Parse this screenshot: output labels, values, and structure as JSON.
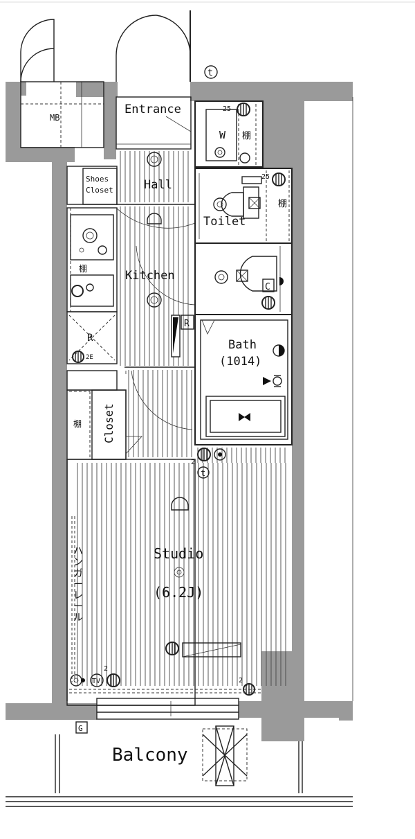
{
  "rooms": {
    "mb": "MB",
    "entrance": "Entrance",
    "hall": "Hall",
    "shoes_closet_line1": "Shoes",
    "shoes_closet_line2": "Closet",
    "toilet": "Toilet",
    "kitchen": "Kitchen",
    "bath": "Bath",
    "bath_size": "(1014)",
    "closet": "Closet",
    "studio": "Studio",
    "studio_size": "(6.2J)",
    "balcony": "Balcony"
  },
  "annotations": {
    "t_top": "t",
    "t_studio": "t",
    "washer": "W",
    "shelf_wash": "棚",
    "shelf_toilet": "棚",
    "shelf_kitchen": "棚",
    "shelf_closet": "棚",
    "num_25_a": "25",
    "num_25_b": "25",
    "num_2e": "2E",
    "num_2_a": "2",
    "num_2_b": "2",
    "num_2_c": "2",
    "fridge_r": "R",
    "r_box": "R",
    "c_box": "C",
    "tv": "TV",
    "g_box": "G",
    "hanger_rail": [
      "ハ",
      "ン",
      "ガ",
      "ー",
      "レ",
      "ー",
      "ル"
    ]
  }
}
